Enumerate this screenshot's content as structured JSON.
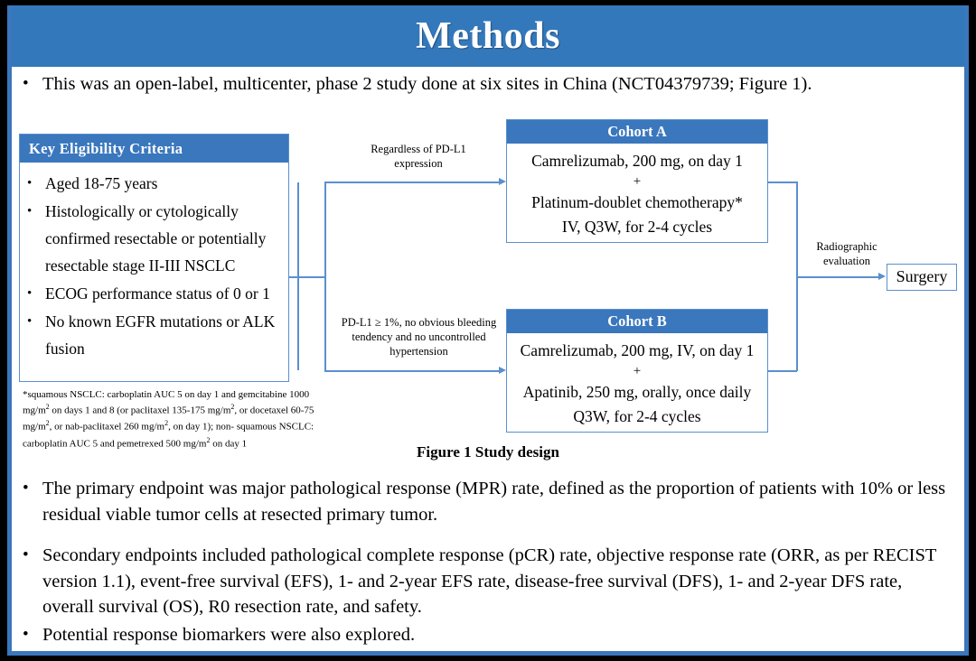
{
  "slide": {
    "title": "Methods",
    "accent_blue": "#3478bc",
    "line_blue": "#5b8fce",
    "background": "#ffffff",
    "frame": "#000000"
  },
  "intro": {
    "bullet": "•",
    "text": "This was an open-label, multicenter, phase 2 study done at six sites in China (NCT04379739; Figure 1)."
  },
  "figure": {
    "caption": "Figure 1 Study design",
    "eligibility": {
      "header": "Key  Eligibility Criteria",
      "bullet": "•",
      "items": [
        "Aged 18-75 years",
        "Histologically or cytologically confirmed resectable or potentially resectable stage II-III  NSCLC",
        "ECOG performance status of 0 or 1",
        "No known EGFR mutations or ALK fusion"
      ]
    },
    "footnote": {
      "line1": "*squamous NSCLC: carboplatin AUC 5 on day 1 and gemcitabine 1000 mg/m",
      "line1b": " on days 1 and 8 (or",
      "line2": "paclitaxel 135-175  mg/m",
      "line2b": ", or docetaxel 60-75 mg/m",
      "line2c": ", or nab-paclitaxel 260 mg/m",
      "line2d": ", on day 1); non-",
      "line3": "squamous NSCLC: carboplatin AUC 5 and pemetrexed 500 mg/m",
      "line3b": " on day 1",
      "superscript": "2"
    },
    "connector_labels": {
      "regardless": "Regardless  of PD-L1 expression",
      "pdl1": "PD-L1 ≥ 1%, no obvious bleeding tendency and no uncontrolled  hypertension",
      "radiographic": "Radiographic evaluation"
    },
    "cohort_a": {
      "header": "Cohort A",
      "line1": "Camrelizumab, 200 mg, on day 1",
      "plus": "+",
      "line2": "Platinum-doublet chemotherapy*",
      "line3": "IV, Q3W, for 2-4 cycles"
    },
    "cohort_b": {
      "header": "Cohort B",
      "line1": "Camrelizumab, 200 mg, IV, on day 1",
      "plus": "+",
      "line2": "Apatinib, 250 mg, orally, once daily",
      "line3": "Q3W, for 2-4 cycles"
    },
    "surgery": {
      "label": "Surgery"
    }
  },
  "endpoints": {
    "bullet": "•",
    "primary": "The primary endpoint was major pathological response (MPR) rate, defined as the proportion of patients with 10% or less residual viable tumor cells at resected primary tumor.",
    "secondary": "Secondary endpoints included pathological complete response (pCR) rate, objective response rate (ORR, as per RECIST version 1.1), event-free survival (EFS), 1- and 2-year EFS rate, disease-free survival (DFS), 1- and 2-year DFS rate, overall survival (OS), R0 resection rate, and safety.",
    "biomarkers": "Potential response biomarkers were also explored."
  }
}
